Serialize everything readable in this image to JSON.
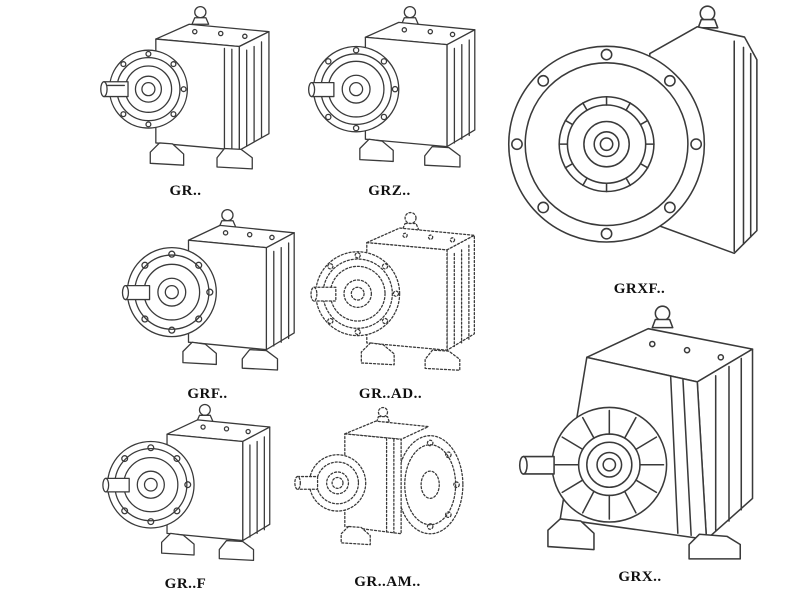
{
  "page": {
    "background": "#ffffff",
    "line_color": "#3a3a3a",
    "faded_line_color": "#c4c4c4"
  },
  "products": [
    {
      "label": "GR.."
    },
    {
      "label": "GRZ.."
    },
    {
      "label": "GRXF.."
    },
    {
      "label": "GRF.."
    },
    {
      "label": "GR..AD.."
    },
    {
      "label": "GRX.."
    },
    {
      "label": "GR..F"
    },
    {
      "label": "GR..AM.."
    }
  ]
}
